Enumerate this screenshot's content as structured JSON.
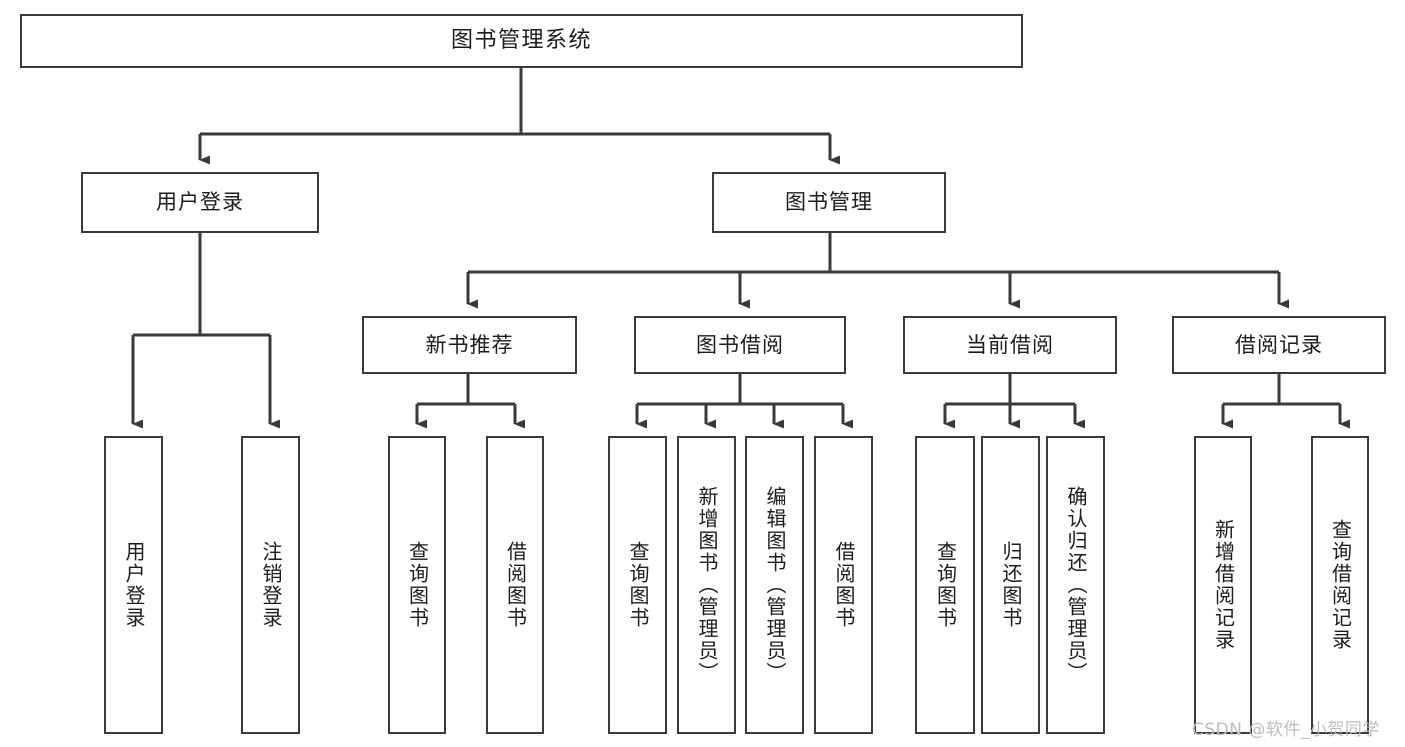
{
  "diagram": {
    "title": "图书管理系统",
    "type": "tree-hierarchy-chart",
    "colors": {
      "box_border": "#3a3a3a",
      "box_fill": "#ffffff",
      "connector": "#3a3a3a",
      "text": "#1c1c1c",
      "watermark": "#bdbdbd",
      "background": "#ffffff"
    },
    "root": {
      "label": "图书管理系统"
    },
    "level2": [
      {
        "label": "用户登录"
      },
      {
        "label": "图书管理"
      }
    ],
    "level3": [
      {
        "label": "新书推荐"
      },
      {
        "label": "图书借阅"
      },
      {
        "label": "当前借阅"
      },
      {
        "label": "借阅记录"
      }
    ],
    "leaves": {
      "user_login": [
        {
          "label": "用户登录"
        },
        {
          "label": "注销登录"
        }
      ],
      "new_book_recommend": [
        {
          "label": "查询图书"
        },
        {
          "label": "借阅图书"
        }
      ],
      "book_borrow": [
        {
          "label": "查询图书"
        },
        {
          "label": "新增图书（管理员）"
        },
        {
          "label": "编辑图书（管理员）"
        },
        {
          "label": "借阅图书"
        }
      ],
      "current_borrow": [
        {
          "label": "查询图书"
        },
        {
          "label": "归还图书"
        },
        {
          "label": "确认归还（管理员）"
        }
      ],
      "borrow_record": [
        {
          "label": "新增借阅记录"
        },
        {
          "label": "查询借阅记录"
        }
      ]
    },
    "watermark": "CSDN @软件_小贺同学"
  }
}
